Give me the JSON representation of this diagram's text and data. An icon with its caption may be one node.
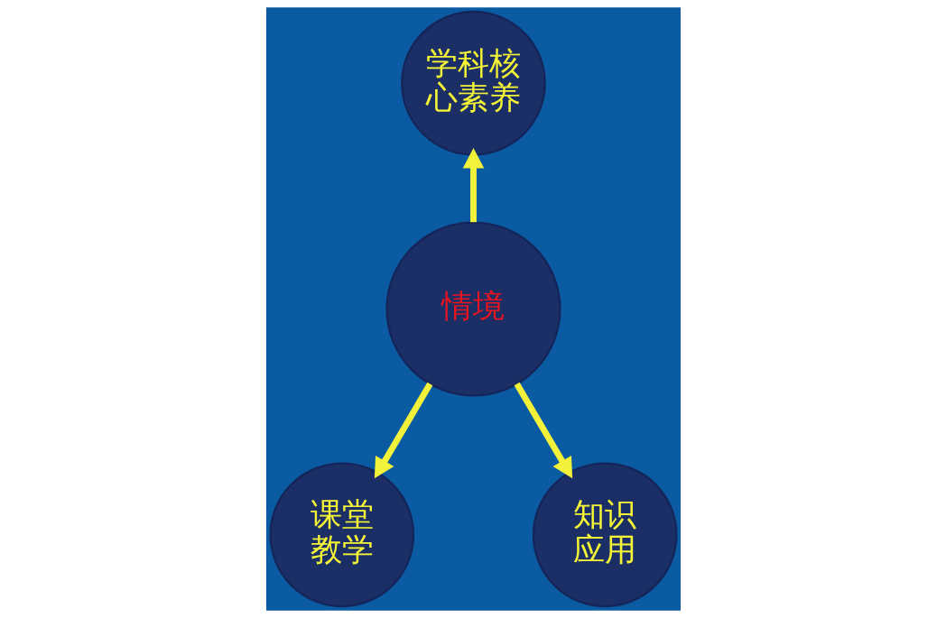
{
  "diagram": {
    "nodes": [
      {
        "text": [
          "学科核心素养"
        ]
      },
      {
        "text": [
          "情境"
        ]
      },
      {
        "text": [
          "课堂教学"
        ]
      },
      {
        "text": [
          "知识应用"
        ]
      }
    ],
    "edges": [
      {
        "from": 1,
        "to": 0,
        "arrow": "to"
      },
      {
        "from": 1,
        "to": 2,
        "arrow": "to"
      },
      {
        "from": 1,
        "to": 3,
        "arrow": "to"
      }
    ]
  }
}
